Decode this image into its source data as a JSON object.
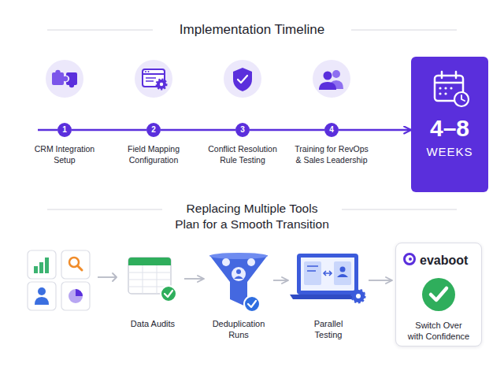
{
  "diagram": {
    "title": "Implementation Timeline",
    "nodes": [
      {
        "text": [
          "1",
          "CRM Integration Setup"
        ]
      },
      {
        "text": [
          "2",
          "Field Mapping Configuration"
        ]
      },
      {
        "text": [
          "3",
          "Conflict Resolution Rule Testing"
        ]
      },
      {
        "text": [
          "4",
          "Training for RevOps & Sales Leadership"
        ]
      },
      {
        "text": [
          "4–8",
          "WEEKS"
        ]
      },
      {
        "text": [
          "Data Audits"
        ]
      },
      {
        "text": [
          "Deduplication Runs"
        ]
      },
      {
        "text": [
          "Parallel Testing"
        ]
      },
      {
        "text": [
          "evaboot",
          "Switch Over with Confidence"
        ]
      }
    ],
    "edges": [
      {
        "from": 0,
        "to": 1,
        "arrow": "none"
      },
      {
        "from": 1,
        "to": 2,
        "arrow": "none"
      },
      {
        "from": 2,
        "to": 3,
        "arrow": "none"
      },
      {
        "from": 3,
        "to": 4,
        "arrow": "to"
      },
      {
        "from": 5,
        "to": 6,
        "arrow": "to"
      },
      {
        "from": 6,
        "to": 7,
        "arrow": "to"
      },
      {
        "from": 7,
        "to": 8,
        "arrow": "to"
      }
    ],
    "labels": [
      "Replacing Multiple Tools Plan for a Smooth Transition"
    ]
  }
}
